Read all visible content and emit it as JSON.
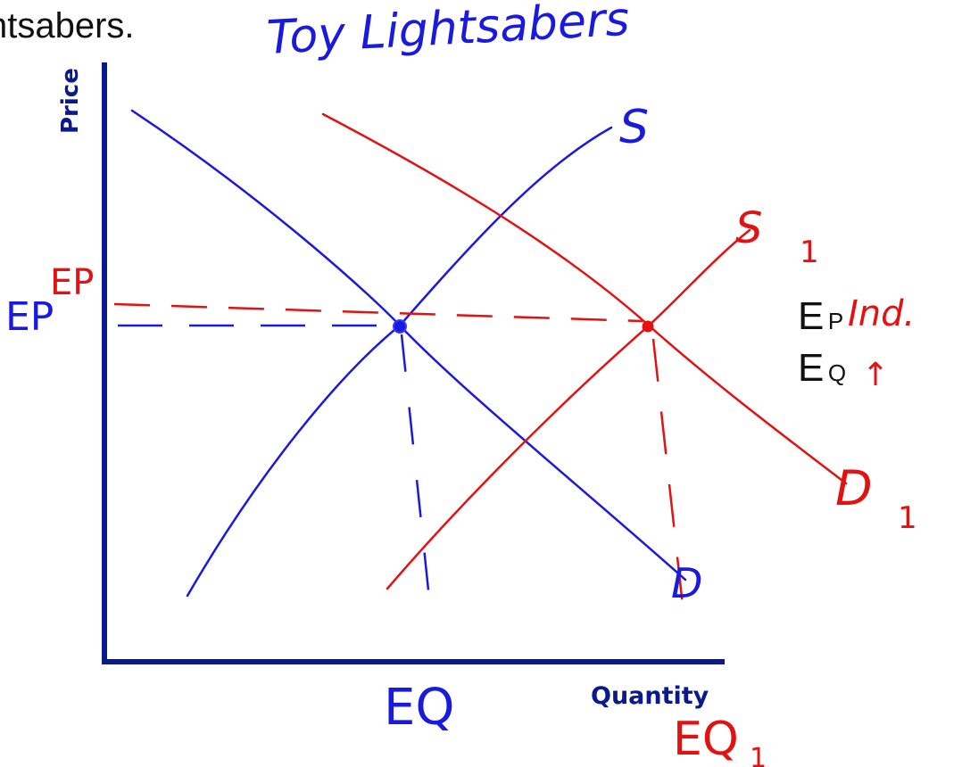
{
  "header": {
    "clipped_text": "ntsabers."
  },
  "title": "Toy Lightsabers",
  "axes": {
    "y_label": "Price",
    "x_label": "Quantity"
  },
  "annotations": {
    "ep_original": "EP",
    "ep_new": "EP",
    "eq_original": "EQ",
    "eq_new_letters": "EQ",
    "eq_new_subscript": "1",
    "supply_original": "S",
    "supply_new": "S",
    "supply_new_subscript": "1",
    "demand_original": "D",
    "demand_new": "D",
    "demand_new_subscript": "1"
  },
  "side_notes": {
    "ep_main": "E",
    "ep_sub": "P",
    "eq_main": "E",
    "eq_sub": "Q",
    "ind_note": "Ind.",
    "arrow": "↑"
  },
  "colors": {
    "original": "#1a1adf",
    "shifted": "#e31212",
    "axis": "#0a1a8c",
    "text": "#111111"
  }
}
